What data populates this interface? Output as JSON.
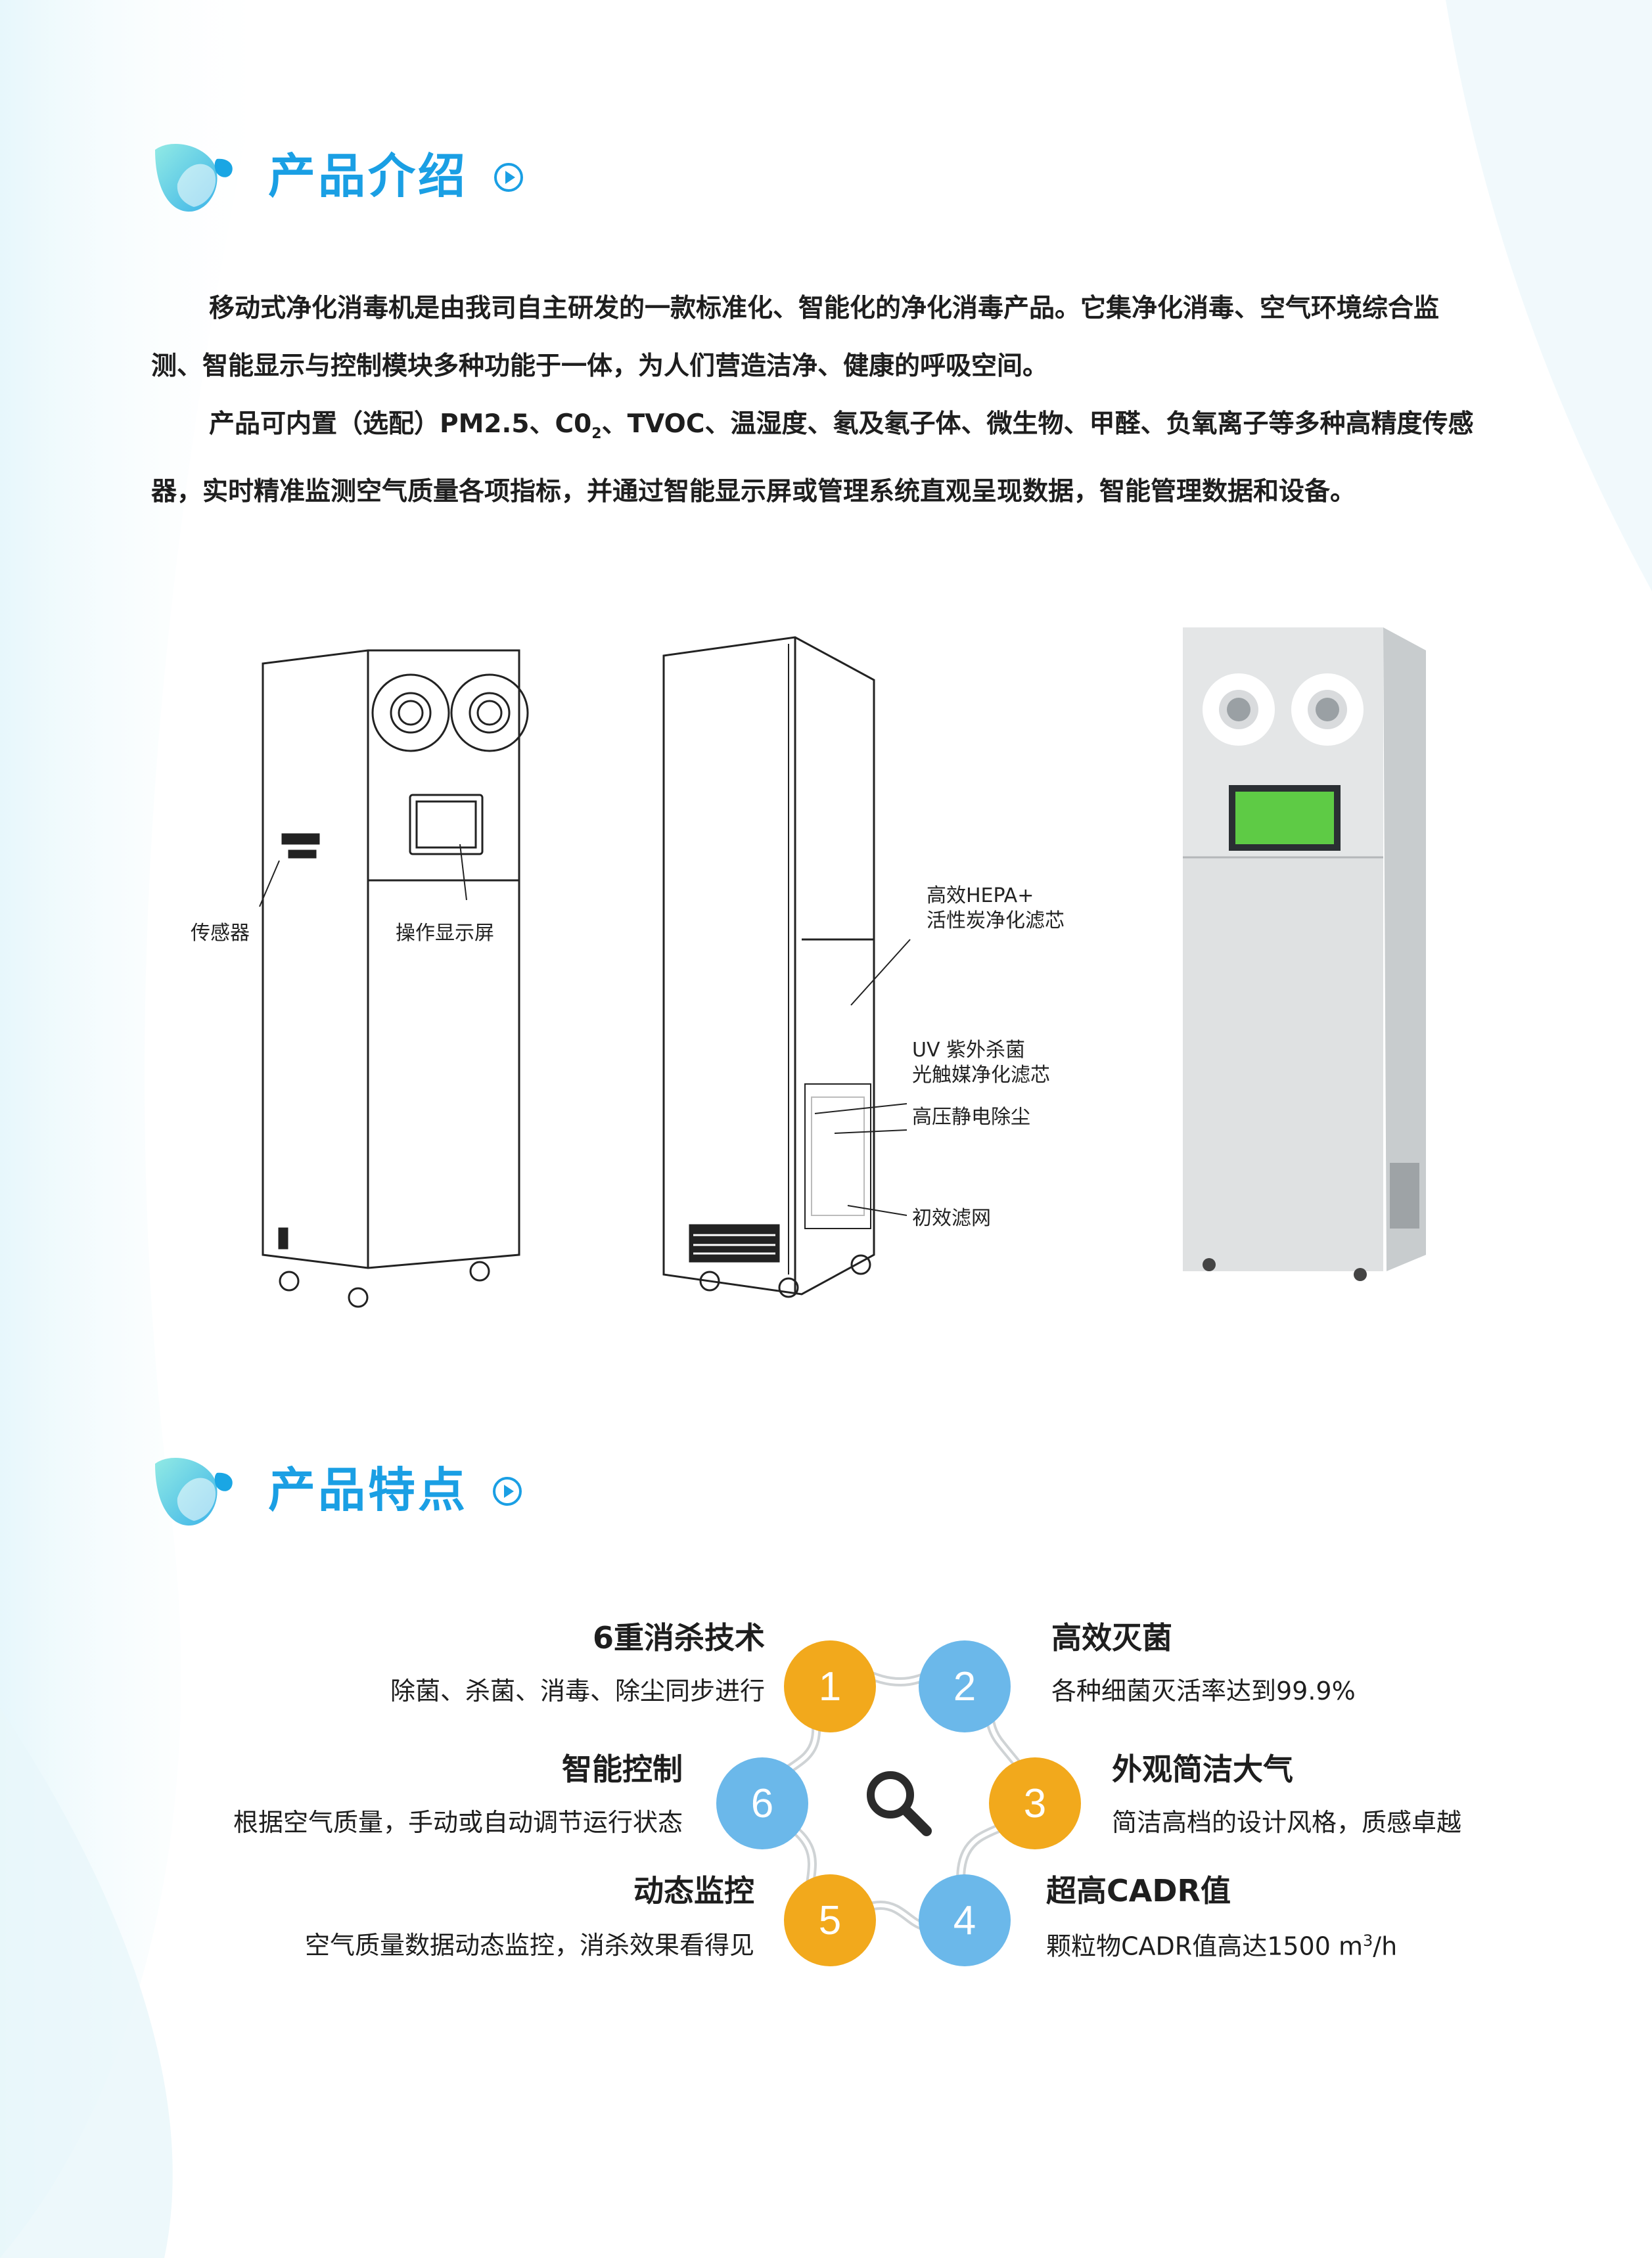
{
  "intro": {
    "title": "产品介绍",
    "paragraph1": "移动式净化消毒机是由我司自主研发的一款标准化、智能化的净化消毒产品。它集净化消毒、空气环境综合监测、智能显示与控制模块多种功能于一体，为人们营造洁净、健康的呼吸空间。",
    "paragraph2_a": "产品可内置（选配）PM2.5、C0",
    "paragraph2_sub": "2",
    "paragraph2_b": "、TVOC、温湿度、氡及氡子体、微生物、甲醛、负氧离子等多种高精度传感器，实时精准监测空气质量各项指标，并通过智能显示屏或管理系统直观呈现数据，智能管理数据和设备。"
  },
  "diagram": {
    "sensor_label": "传感器",
    "screen_label": "操作显示屏",
    "hepa_line1": "高效HEPA+",
    "hepa_line2": "活性炭净化滤芯",
    "uv_line1": "UV 紫外杀菌",
    "uv_line2": "光触媒净化滤芯",
    "esp_label": "高压静电除尘",
    "prefilter_label": "初效滤网"
  },
  "features": {
    "title": "产品特点",
    "items": [
      {
        "num": "1",
        "title": "6重消杀技术",
        "desc": "除菌、杀菌、消毒、除尘同步进行"
      },
      {
        "num": "2",
        "title": "高效灭菌",
        "desc": "各种细菌灭活率达到99.9%"
      },
      {
        "num": "3",
        "title": "外观简洁大气",
        "desc": "简洁高档的设计风格，质感卓越"
      },
      {
        "num": "4",
        "title": "超高CADR值",
        "desc_a": "颗粒物CADR值高达1500 m",
        "desc_sup": "3",
        "desc_b": "/h"
      },
      {
        "num": "5",
        "title": "动态监控",
        "desc": "空气质量数据动态监控，消杀效果看得见"
      },
      {
        "num": "6",
        "title": "智能控制",
        "desc": "根据空气质量，手动或自动调节运行状态"
      }
    ]
  },
  "colors": {
    "accent": "#1a9fe4",
    "orange": "#f2a91c",
    "blue": "#6bb8ea"
  }
}
